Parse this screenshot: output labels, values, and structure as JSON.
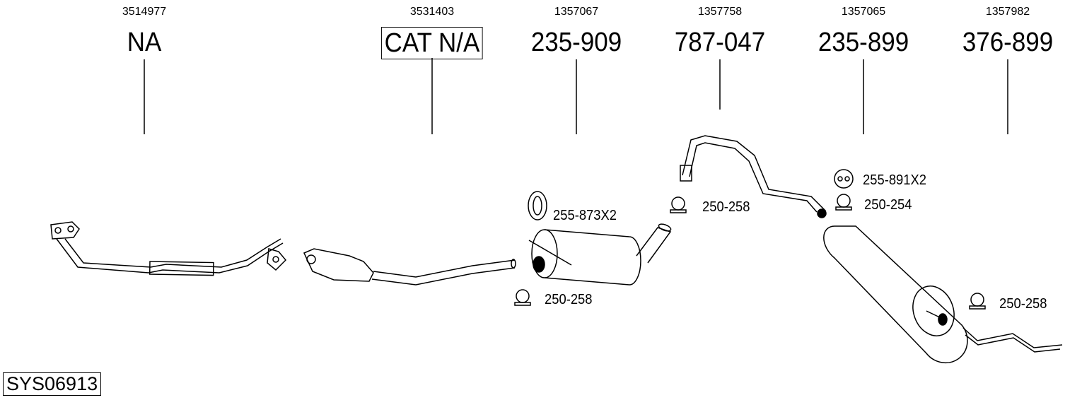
{
  "diagram_code": "SYS06913",
  "parts": [
    {
      "oe_number": "3514977",
      "part_number": "NA",
      "boxed": false
    },
    {
      "oe_number": "3531403",
      "part_number": "CAT N/A",
      "boxed": true
    },
    {
      "oe_number": "1357067",
      "part_number": "235-909",
      "boxed": false
    },
    {
      "oe_number": "1357758",
      "part_number": "787-047",
      "boxed": false
    },
    {
      "oe_number": "1357065",
      "part_number": "235-899",
      "boxed": false
    },
    {
      "oe_number": "1357982",
      "part_number": "376-899",
      "boxed": false
    }
  ],
  "accessories": [
    {
      "label": "255-873X2",
      "icon": "rubber-ring-icon"
    },
    {
      "label": "250-258",
      "icon": "clamp-icon"
    },
    {
      "label": "250-258",
      "icon": "clamp-icon"
    },
    {
      "label": "255-891X2",
      "icon": "rubber-hanger-icon"
    },
    {
      "label": "250-254",
      "icon": "clamp-icon"
    },
    {
      "label": "250-258",
      "icon": "clamp-icon"
    }
  ]
}
